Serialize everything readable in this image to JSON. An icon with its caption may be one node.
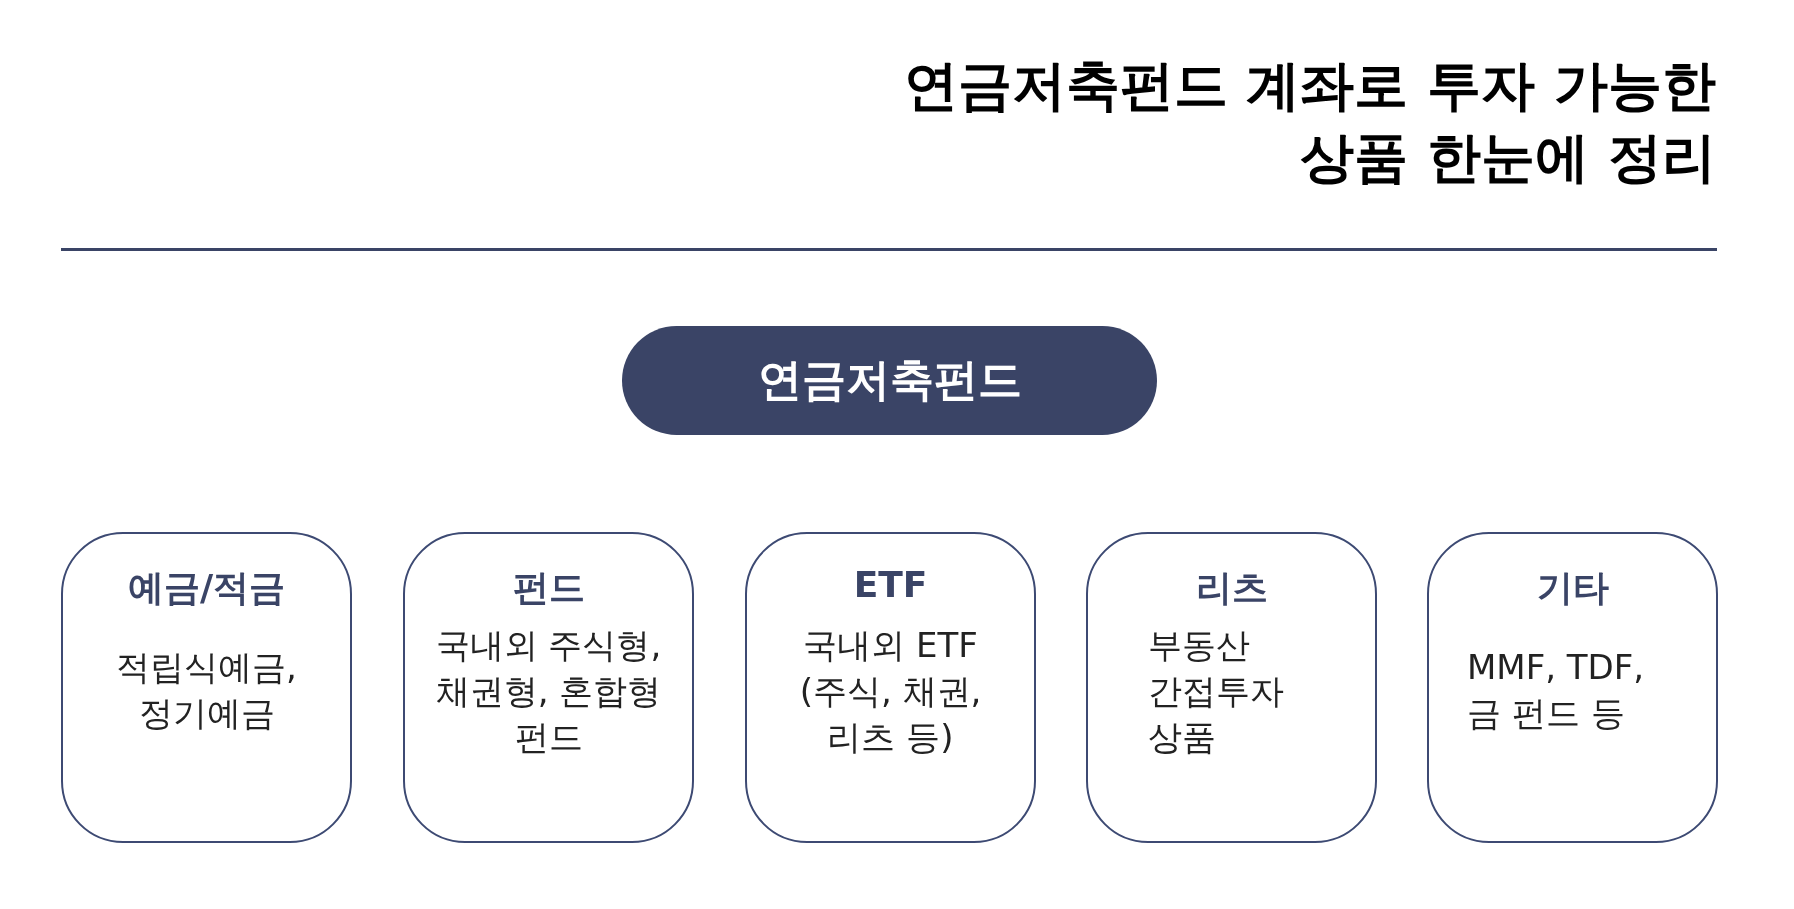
{
  "diagram": {
    "title": "연금저축펀드 계좌로 투자 가능한 상품 한눈에 정리",
    "nodes": [
      {
        "text": [
          "연금저축펀드"
        ]
      },
      {
        "text": [
          "예금/적금",
          "적립식예금, 정기예금"
        ]
      },
      {
        "text": [
          "펀드",
          "국내외 주식형, 채권형, 혼합형 펀드"
        ]
      },
      {
        "text": [
          "ETF",
          "국내외 ETF (주식, 채권, 리츠 등)"
        ]
      },
      {
        "text": [
          "리츠",
          "부동산 간접투자 상품"
        ]
      },
      {
        "text": [
          "기타",
          "MMF, TDF, 금 펀드 등"
        ]
      }
    ]
  }
}
